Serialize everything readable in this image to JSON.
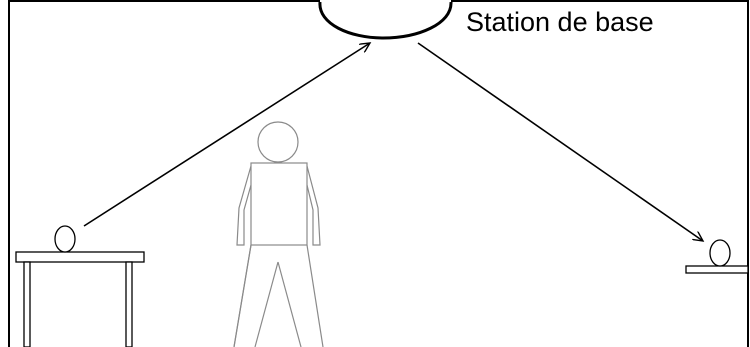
{
  "labels": {
    "base_station": "Station de base"
  },
  "elements": {
    "room": "wall-outline",
    "base_station": "ceiling-dome",
    "sensor_left": "egg-shaped-node",
    "sensor_right": "egg-shaped-node",
    "person": "standing-figure",
    "table": "table",
    "shelf": "wall-shelf"
  },
  "links": [
    {
      "from": "sensor_left",
      "to": "base_station",
      "style": "arrow"
    },
    {
      "from": "base_station",
      "to": "sensor_right",
      "style": "arrow"
    }
  ],
  "colors": {
    "line": "#000000",
    "person": "#8a8a8a",
    "background": "#ffffff"
  }
}
